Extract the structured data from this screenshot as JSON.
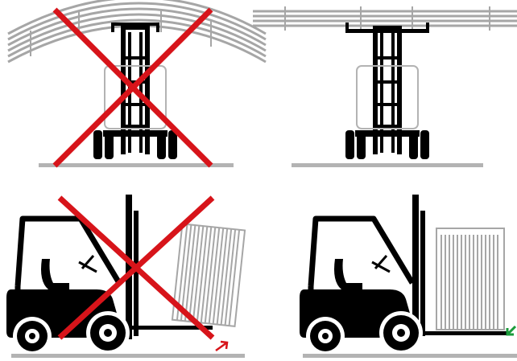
{
  "panels": [
    {
      "id": "forks-bowed-wrong",
      "status": "incorrect"
    },
    {
      "id": "forks-straight-correct",
      "status": "correct"
    },
    {
      "id": "load-tilted-forward-wrong",
      "status": "incorrect"
    },
    {
      "id": "load-tilted-back-correct",
      "status": "correct"
    }
  ],
  "colors": {
    "forklift": "#000000",
    "ground": "#b3b3b3",
    "tube": "#a6a6a6",
    "wrong_mark": "#d7141a",
    "wrong_arrow": "#d7141a",
    "right_arrow": "#1a9b3b"
  },
  "icons": [
    "cross-mark-icon",
    "tilt-arrow-icon",
    "forklift-icon"
  ]
}
